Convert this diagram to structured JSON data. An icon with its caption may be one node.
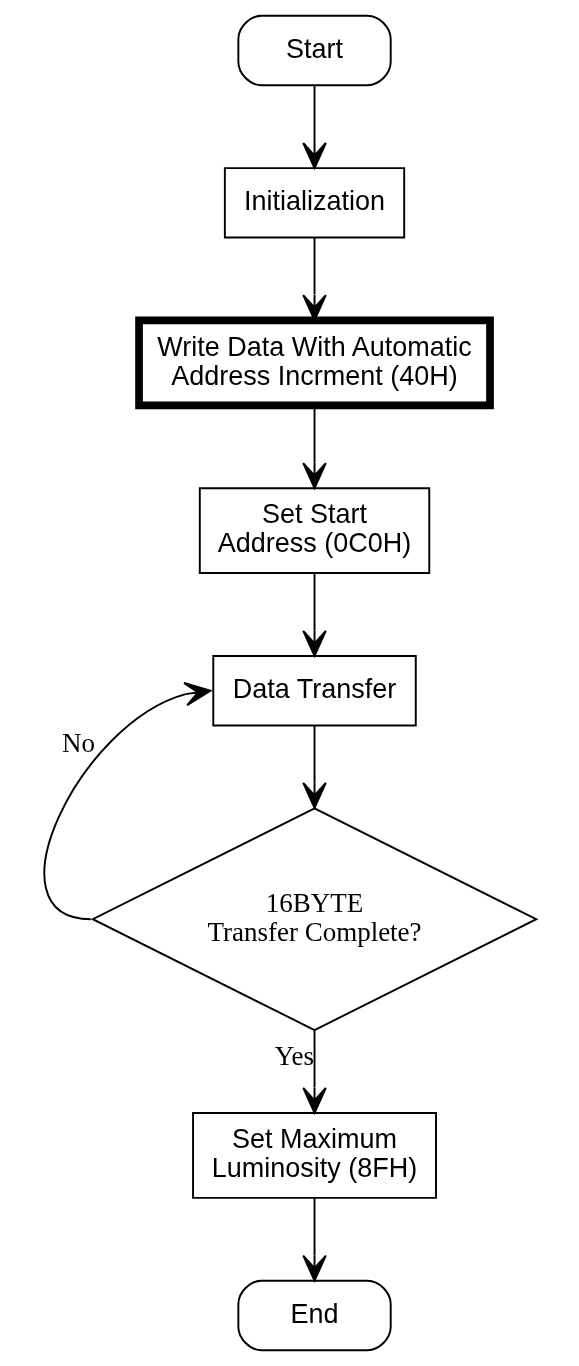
{
  "diagram": {
    "nodes": [
      {
        "text": [
          "Start"
        ]
      },
      {
        "text": [
          "Initialization"
        ]
      },
      {
        "text": [
          "Write Data With Automatic Address Incrment (40H)"
        ]
      },
      {
        "text": [
          "Set Start Address (0C0H)"
        ]
      },
      {
        "text": [
          "Data Transfer"
        ]
      },
      {
        "text": [
          "16BYTE Transfer Complete?"
        ]
      },
      {
        "text": [
          "Set Maximum Luminosity (8FH)"
        ]
      },
      {
        "text": [
          "End"
        ]
      }
    ],
    "edges": [
      {
        "from": 0,
        "to": 1,
        "arrow": "to"
      },
      {
        "from": 1,
        "to": 2,
        "arrow": "to"
      },
      {
        "from": 2,
        "to": 3,
        "arrow": "to"
      },
      {
        "from": 3,
        "to": 4,
        "arrow": "to"
      },
      {
        "from": 4,
        "to": 5,
        "arrow": "to"
      },
      {
        "from": 5,
        "to": 4,
        "arrow": "to",
        "label": "No"
      },
      {
        "from": 5,
        "to": 6,
        "arrow": "to",
        "label": "Yes"
      },
      {
        "from": 6,
        "to": 7,
        "arrow": "to"
      }
    ]
  }
}
